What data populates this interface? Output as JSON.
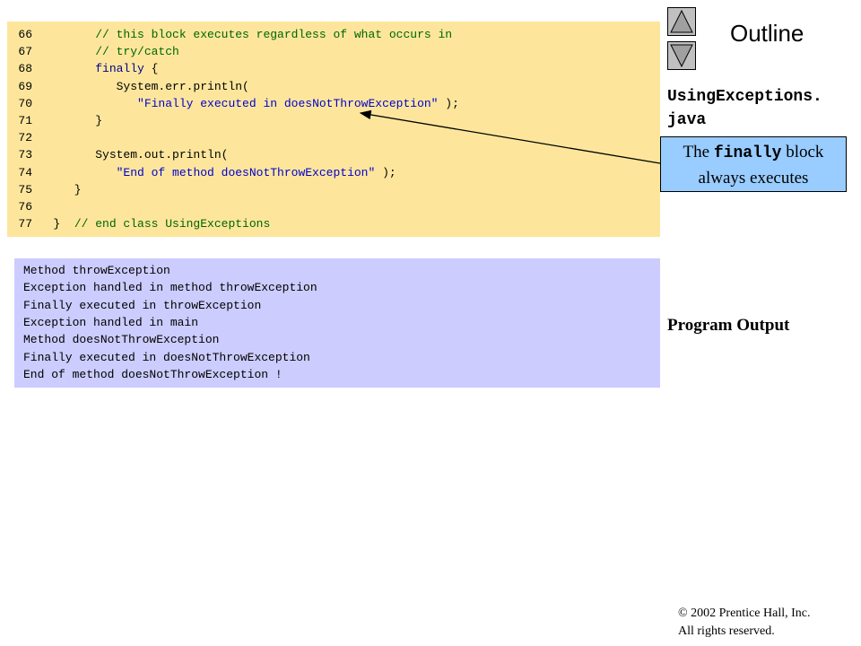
{
  "code": {
    "lines": [
      {
        "num": "66",
        "segments": [
          {
            "text": "         ",
            "kind": "plain"
          },
          {
            "text": "// this block executes regardless of what occurs in",
            "kind": "comment"
          }
        ]
      },
      {
        "num": "67",
        "segments": [
          {
            "text": "         ",
            "kind": "plain"
          },
          {
            "text": "// try/catch",
            "kind": "comment"
          }
        ]
      },
      {
        "num": "68",
        "segments": [
          {
            "text": "         ",
            "kind": "plain"
          },
          {
            "text": "finally",
            "kind": "keyword"
          },
          {
            "text": " {",
            "kind": "plain"
          }
        ]
      },
      {
        "num": "69",
        "segments": [
          {
            "text": "            System.err.println(",
            "kind": "plain"
          }
        ]
      },
      {
        "num": "70",
        "segments": [
          {
            "text": "               ",
            "kind": "plain"
          },
          {
            "text": "\"Finally executed in doesNotThrowException\"",
            "kind": "string"
          },
          {
            "text": " );",
            "kind": "plain"
          }
        ]
      },
      {
        "num": "71",
        "segments": [
          {
            "text": "         }",
            "kind": "plain"
          }
        ]
      },
      {
        "num": "72",
        "segments": []
      },
      {
        "num": "73",
        "segments": [
          {
            "text": "         System.out.println(",
            "kind": "plain"
          }
        ]
      },
      {
        "num": "74",
        "segments": [
          {
            "text": "            ",
            "kind": "plain"
          },
          {
            "text": "\"End of method doesNotThrowException\"",
            "kind": "string"
          },
          {
            "text": " );",
            "kind": "plain"
          }
        ]
      },
      {
        "num": "75",
        "segments": [
          {
            "text": "      }",
            "kind": "plain"
          }
        ]
      },
      {
        "num": "76",
        "segments": []
      },
      {
        "num": "77",
        "segments": [
          {
            "text": "   }  ",
            "kind": "plain"
          },
          {
            "text": "// end class UsingExceptions",
            "kind": "comment"
          }
        ]
      }
    ]
  },
  "output": {
    "lines": [
      "Method throwException",
      "Exception handled in method throwException",
      "Finally executed in throwException",
      "Exception handled in main",
      "Method doesNotThrowException",
      "Finally executed in doesNotThrowException",
      "End of method doesNotThrowException !"
    ]
  },
  "sidebar": {
    "outline_title": "Outline",
    "file_title_line1": "UsingExceptions.",
    "file_title_line2": "java",
    "callout_prefix": "The ",
    "callout_code": "finally",
    "callout_suffix": " block always executes",
    "program_output_label": "Program Output",
    "copyright_line1": "© 2002 Prentice Hall, Inc.",
    "copyright_line2": "All rights reserved."
  },
  "icons": {
    "up_button": "triangle-up-icon",
    "down_button": "triangle-down-icon"
  },
  "colors": {
    "code_background": "#fde69c",
    "output_background": "#ccccff",
    "callout_background": "#99ccff",
    "comment": "#006400",
    "keyword": "#00008b",
    "string": "#0000cd"
  }
}
